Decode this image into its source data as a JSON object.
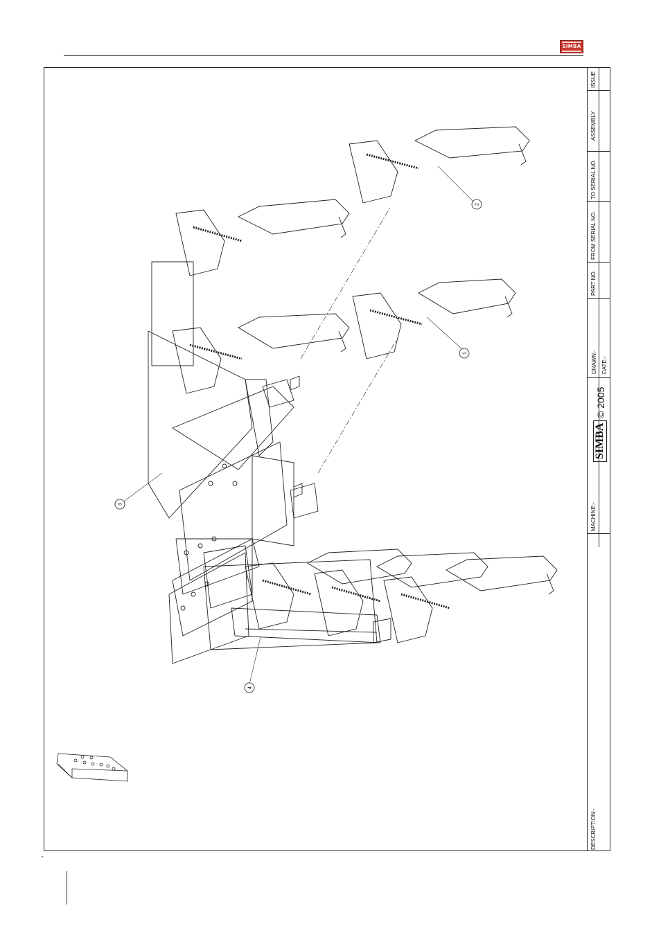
{
  "header": {
    "brand_logo": "SIMBA"
  },
  "title_block": {
    "description_label": "DESCRIPTION:-",
    "machine_label": "MACHINE:-",
    "logo_text": "SIMBA",
    "copyright": "© 2005",
    "drawn_label": "DRAWN:-",
    "date_label": "DATE:-",
    "part_no_label": "PART NO.",
    "from_serial_label": "FROM SERIAL NO.",
    "to_serial_label": "TO SERIAL NO.",
    "assembly_label": "ASSEMBLY",
    "issue_label": "ISSUE"
  },
  "callouts": {
    "c1": "1",
    "c2": "2",
    "c3": "3",
    "c4": "4"
  },
  "colors": {
    "logo_red": "#c9362b",
    "line": "#222222"
  }
}
